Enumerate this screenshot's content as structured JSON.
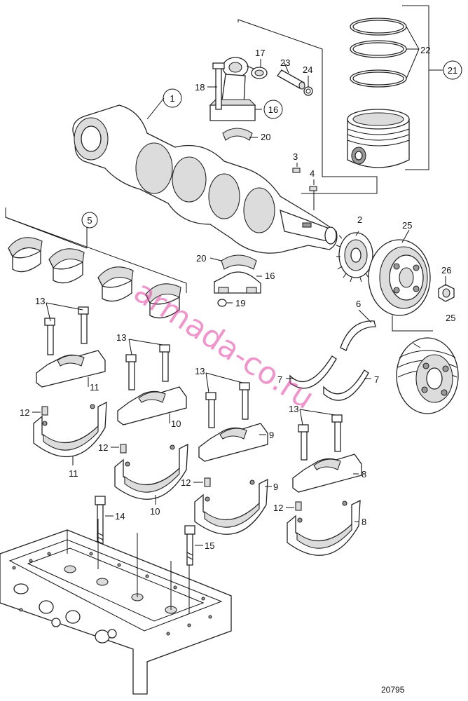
{
  "figure_number": "20795",
  "watermark": "armada-co.ru",
  "callouts": {
    "c1": "1",
    "c2": "2",
    "c3": "3",
    "c4": "4",
    "c5": "5",
    "c6": "6",
    "c7a": "7",
    "c7b": "7",
    "c8a": "8",
    "c8b": "8",
    "c9a": "9",
    "c9b": "9",
    "c10a": "10",
    "c10b": "10",
    "c11a": "11",
    "c11b": "11",
    "c12a": "12",
    "c12b": "12",
    "c12c": "12",
    "c12d": "12",
    "c13a": "13",
    "c13b": "13",
    "c13c": "13",
    "c13d": "13",
    "c14": "14",
    "c15": "15",
    "c16a": "16",
    "c16b": "16",
    "c17": "17",
    "c18": "18",
    "c19": "19",
    "c20a": "20",
    "c20b": "20",
    "c21": "21",
    "c22": "22",
    "c23": "23",
    "c24": "24",
    "c25a": "25",
    "c25b": "25",
    "c26": "26"
  }
}
